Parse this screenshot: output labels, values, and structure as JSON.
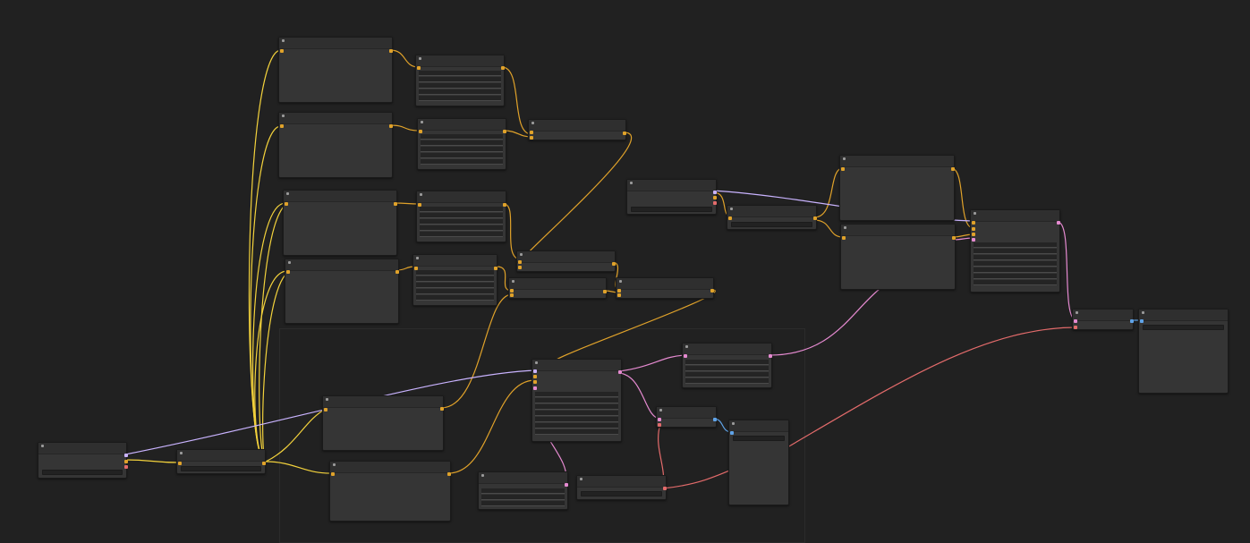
{
  "app": {
    "kind": "node-graph-editor",
    "background": "#212121"
  },
  "link_colors": {
    "model": "#e0a22a",
    "clip": "#f3d23c",
    "vae": "#e36b6b",
    "latent": "#e58ad0",
    "conditioning": "#c9b3ff",
    "image": "#5fa3e8"
  },
  "node_count": 28,
  "link_count": 48
}
